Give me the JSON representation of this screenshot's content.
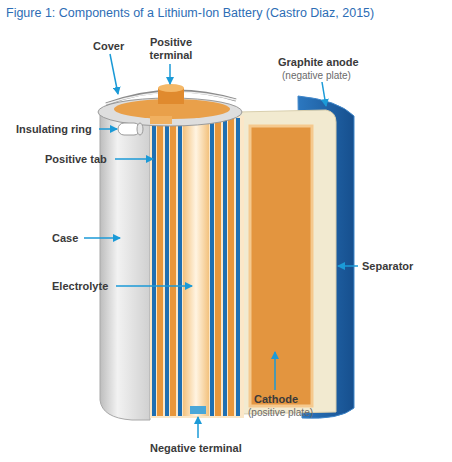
{
  "diagram": {
    "title": "Figure 1: Components of a Lithium-Ion Battery (Castro Diaz, 2015)",
    "labels": [
      "Cover",
      "Positive terminal",
      "Graphite anode",
      "(negative plate)",
      "Insulating ring",
      "Positive tab",
      "Case",
      "Separator",
      "Electrolyte",
      "Cathode",
      "(positive plate)",
      "Negative terminal"
    ]
  }
}
